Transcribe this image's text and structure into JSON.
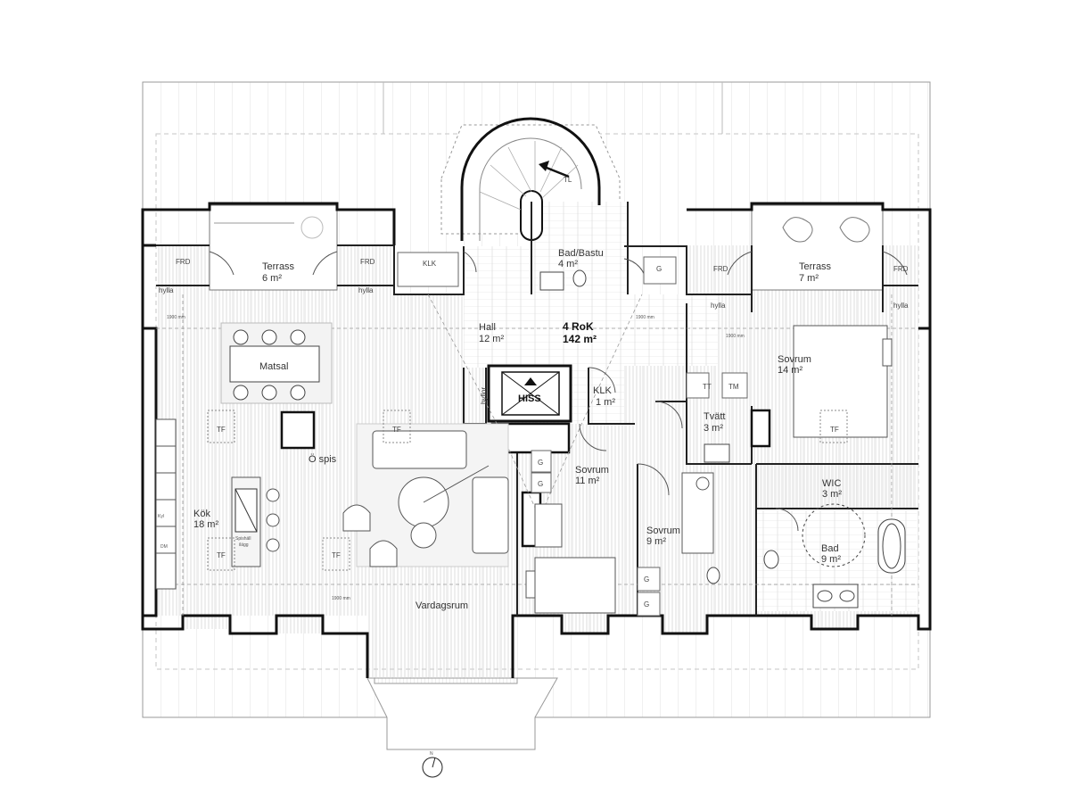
{
  "summary": {
    "rooms": "4 RoK",
    "area": "142 m²"
  },
  "rooms": {
    "terrass_w": {
      "name": "Terrass",
      "area": "6 m²"
    },
    "terrass_e": {
      "name": "Terrass",
      "area": "7 m²"
    },
    "hall": {
      "name": "Hall",
      "area": "12 m²"
    },
    "bad_bastu": {
      "name": "Bad/Bastu",
      "area": "4 m²"
    },
    "matsal": {
      "name": "Matsal"
    },
    "kok": {
      "name": "Kök",
      "area": "18 m²"
    },
    "vardagsrum": {
      "name": "Vardagsrum"
    },
    "sovrum_ne": {
      "name": "Sovrum",
      "area": "14 m²"
    },
    "tvatt": {
      "name": "Tvätt",
      "area": "3 m²"
    },
    "wic": {
      "name": "WIC",
      "area": "3 m²"
    },
    "bad": {
      "name": "Bad",
      "area": "9 m²"
    },
    "sovrum_c": {
      "name": "Sovrum",
      "area": "11 m²"
    },
    "sovrum_s": {
      "name": "Sovrum",
      "area": "9 m²"
    },
    "klk_small": {
      "name": "KLK",
      "area": "1 m²"
    }
  },
  "labels": {
    "frd": "FRD",
    "hylla": "hylla",
    "hyllor": "hyllor",
    "klk": "KLK",
    "hiss": "HISS",
    "tl": "TL",
    "g": "G",
    "tf": "TF",
    "tt": "TT",
    "tm": "TM",
    "ospis": "Ö spis",
    "height": "1900 mm",
    "spishall_1": "Spishäll",
    "spishall_2": "ilägg",
    "k_kyl": "Kyl",
    "k_dm": "DM",
    "north": "N"
  }
}
